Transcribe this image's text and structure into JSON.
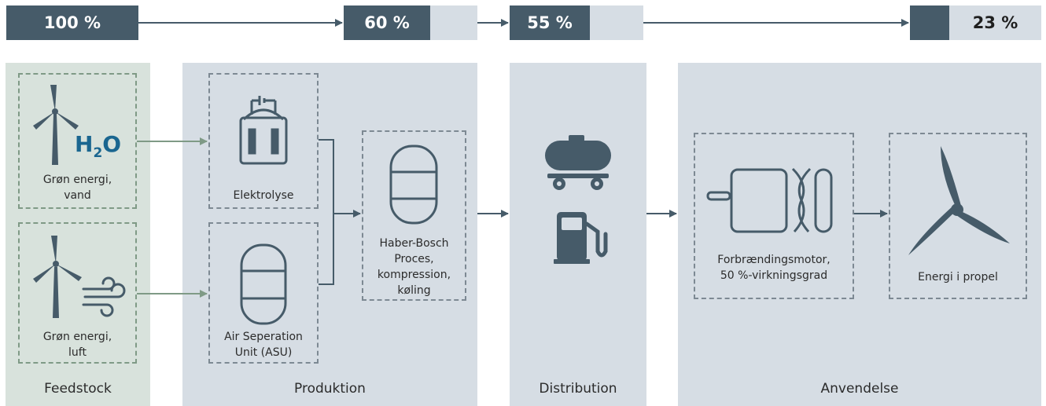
{
  "efficiency": {
    "step1": "100 %",
    "step2": "60 %",
    "step3": "55 %",
    "step4": "23 %"
  },
  "panels": {
    "feedstock": "Feedstock",
    "produktion": "Produktion",
    "distribution": "Distribution",
    "anvendelse": "Anvendelse"
  },
  "boxes": {
    "gron_vand": "Grøn energi,\nvand",
    "h2o_h": "H",
    "h2o_sub": "2",
    "h2o_o": "O",
    "gron_luft": "Grøn energi,\nluft",
    "elektrolyse": "Elektrolyse",
    "asu": "Air Seperation\nUnit (ASU)",
    "haber": "Haber-Bosch\nProces,\nkompression,\nkøling",
    "motor": "Forbrændingsmotor,\n50 %-virkningsgrad",
    "propel": "Energi i propel"
  },
  "colors": {
    "dark": "#465b69",
    "light_panel": "#d6dde4",
    "green_panel": "#d8e2dc",
    "h2o_blue": "#1a6690",
    "green_arrow": "#7f9a86"
  }
}
